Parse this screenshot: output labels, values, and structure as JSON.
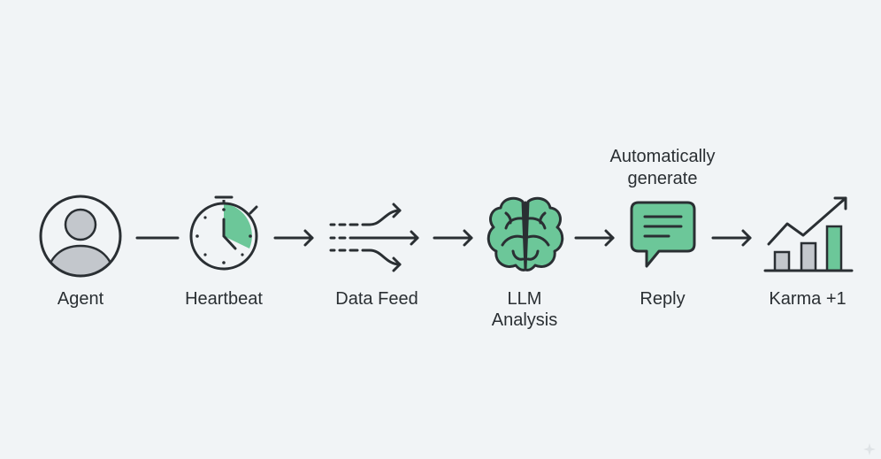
{
  "colors": {
    "background": "#f1f4f6",
    "stroke": "#2a2f33",
    "accent": "#6cc799",
    "avatar_fill": "#c3c7cc",
    "bar_fill": "#c3c7cc"
  },
  "steps": [
    {
      "id": "agent",
      "label": "Agent",
      "icon": "user-avatar-icon"
    },
    {
      "id": "heartbeat",
      "label": "Heartbeat",
      "icon": "stopwatch-icon"
    },
    {
      "id": "data-feed",
      "label": "Data Feed",
      "icon": "data-stream-icon"
    },
    {
      "id": "llm-analysis",
      "label_lines": [
        "LLM",
        "Analysis"
      ],
      "icon": "brain-icon"
    },
    {
      "id": "reply",
      "label": "Reply",
      "icon": "chat-bubble-icon"
    },
    {
      "id": "karma",
      "label": "Karma +1",
      "icon": "growth-chart-icon"
    }
  ],
  "annotation": {
    "lines": [
      "Automatically",
      "generate"
    ]
  }
}
